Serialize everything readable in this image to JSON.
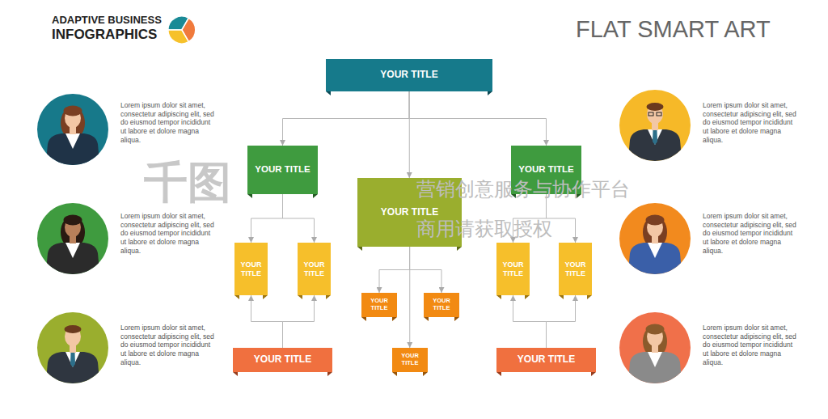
{
  "diagram": {
    "title": "FLAT SMART ART",
    "nodes": [
      {
        "text": [
          "YOUR TITLE"
        ]
      },
      {
        "text": [
          "YOUR TITLE"
        ]
      },
      {
        "text": [
          "YOUR TITLE"
        ]
      },
      {
        "text": [
          "YOUR TITLE"
        ]
      },
      {
        "text": [
          "YOUR TITLE"
        ]
      },
      {
        "text": [
          "YOUR TITLE"
        ]
      },
      {
        "text": [
          "YOUR TITLE"
        ]
      },
      {
        "text": [
          "YOUR TITLE"
        ]
      },
      {
        "text": [
          "YOUR TITLE"
        ]
      },
      {
        "text": [
          "YOUR TITLE"
        ]
      },
      {
        "text": [
          "YOUR TITLE"
        ]
      },
      {
        "text": [
          "YOUR TITLE"
        ]
      },
      {
        "text": [
          "YOUR TITLE"
        ]
      }
    ],
    "edges": [
      {
        "from": 0,
        "to": 1,
        "arrow": "to"
      },
      {
        "from": 0,
        "to": 2,
        "arrow": "to"
      },
      {
        "from": 0,
        "to": 3,
        "arrow": "to"
      },
      {
        "from": 1,
        "to": 4,
        "arrow": "to"
      },
      {
        "from": 1,
        "to": 5,
        "arrow": "to"
      },
      {
        "from": 3,
        "to": 8,
        "arrow": "to"
      },
      {
        "from": 3,
        "to": 9,
        "arrow": "to"
      },
      {
        "from": 2,
        "to": 6,
        "arrow": "to"
      },
      {
        "from": 2,
        "to": 7,
        "arrow": "to"
      },
      {
        "from": 2,
        "to": 11,
        "arrow": "to"
      },
      {
        "from": 10,
        "to": 4,
        "arrow": "to"
      },
      {
        "from": 10,
        "to": 5,
        "arrow": "to"
      },
      {
        "from": 12,
        "to": 8,
        "arrow": "to"
      },
      {
        "from": 12,
        "to": 9,
        "arrow": "to"
      }
    ],
    "labels": [
      "ADAPTIVE BUSINESS",
      "INFOGRAPHICS",
      "Lorem ipsum dolor sit amet, consectetur adipiscing elit, sed do eiusmod tempor incididunt ut labore et dolore magna aliqua.",
      "Lorem ipsum dolor sit amet, consectetur adipiscing elit, sed do eiusmod tempor incididunt ut labore et dolore magna aliqua.",
      "Lorem ipsum dolor sit amet, consectetur adipiscing elit, sed do eiusmod tempor incididunt ut labore et dolore magna aliqua.",
      "Lorem ipsum dolor sit amet, consectetur adipiscing elit, sed do eiusmod tempor incididunt ut labore et dolore magna aliqua.",
      "Lorem ipsum dolor sit amet, consectetur adipiscing elit, sed do eiusmod tempor incididunt ut labore et dolore magna aliqua.",
      "Lorem ipsum dolor sit amet, consectetur adipiscing elit, sed do eiusmod tempor incididunt ut labore et dolore magna aliqua.",
      "千图",
      "营销创意服务与协作平台",
      "商用请获取授权"
    ]
  }
}
